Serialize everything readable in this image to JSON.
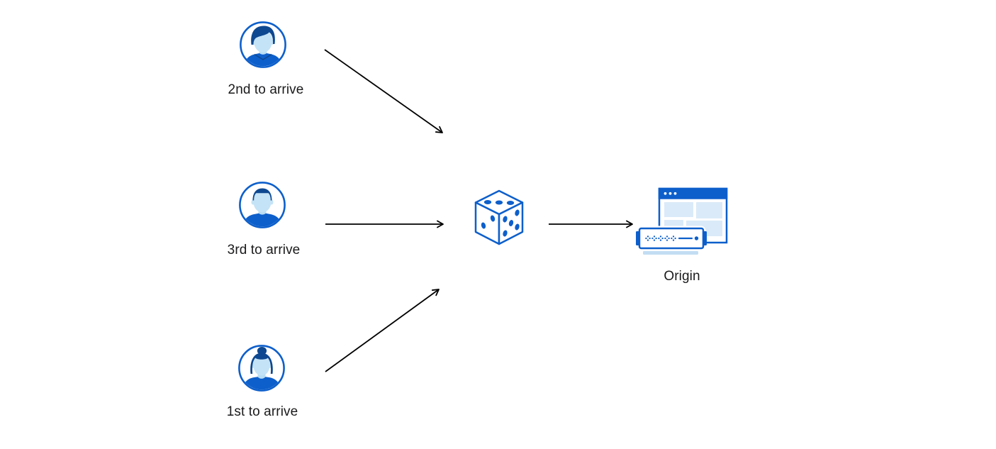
{
  "diagram": {
    "title": "random-ordering-to-origin-diagram",
    "users": [
      {
        "label": "2nd to arrive",
        "icon": "man-swept-hair-avatar-icon"
      },
      {
        "label": "3rd to arrive",
        "icon": "man-short-hair-avatar-icon"
      },
      {
        "label": "1st to arrive",
        "icon": "woman-bun-avatar-icon"
      }
    ],
    "randomizer": {
      "icon": "dice-icon",
      "visible_faces": {
        "top_dots": 3,
        "left_dots": 2,
        "right_dots": 5
      }
    },
    "origin": {
      "label": "Origin",
      "icon": "origin-server-browser-icon"
    },
    "colors": {
      "brand_blue": "#0D5FCB",
      "dark_navy": "#0E4890",
      "light_blue_skin": "#C4E3F6",
      "pale_blue_block": "#DAEAF8",
      "server_shadow_blue": "#C2DDF3",
      "arrow_black": "#000000",
      "label_text": "#1A1A1C",
      "background": "#FFFFFF"
    }
  }
}
